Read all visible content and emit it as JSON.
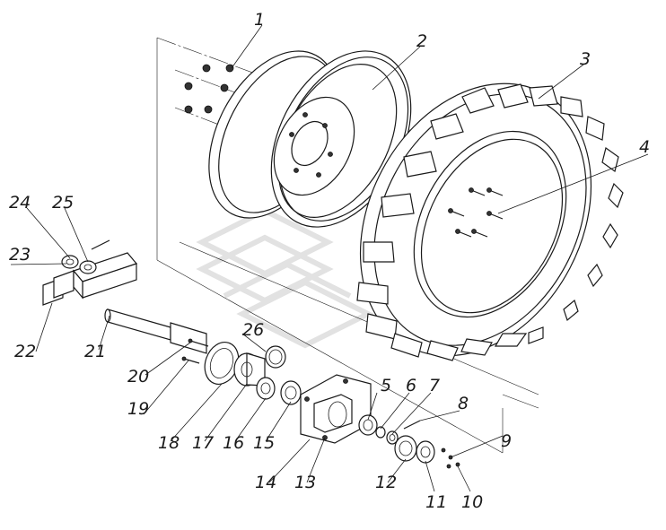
{
  "callouts": [
    {
      "num": "1"
    },
    {
      "num": "2"
    },
    {
      "num": "3"
    },
    {
      "num": "4"
    },
    {
      "num": "5"
    },
    {
      "num": "6"
    },
    {
      "num": "7"
    },
    {
      "num": "8"
    },
    {
      "num": "9"
    },
    {
      "num": "10"
    },
    {
      "num": "11"
    },
    {
      "num": "12"
    },
    {
      "num": "13"
    },
    {
      "num": "14"
    },
    {
      "num": "15"
    },
    {
      "num": "16"
    },
    {
      "num": "17"
    },
    {
      "num": "18"
    },
    {
      "num": "19"
    },
    {
      "num": "20"
    },
    {
      "num": "21"
    },
    {
      "num": "22"
    },
    {
      "num": "23"
    },
    {
      "num": "24"
    },
    {
      "num": "25"
    },
    {
      "num": "26"
    }
  ],
  "colors": {
    "ink": "#1a1a1a",
    "watermark": "#e2e2e2",
    "background": "#ffffff"
  }
}
